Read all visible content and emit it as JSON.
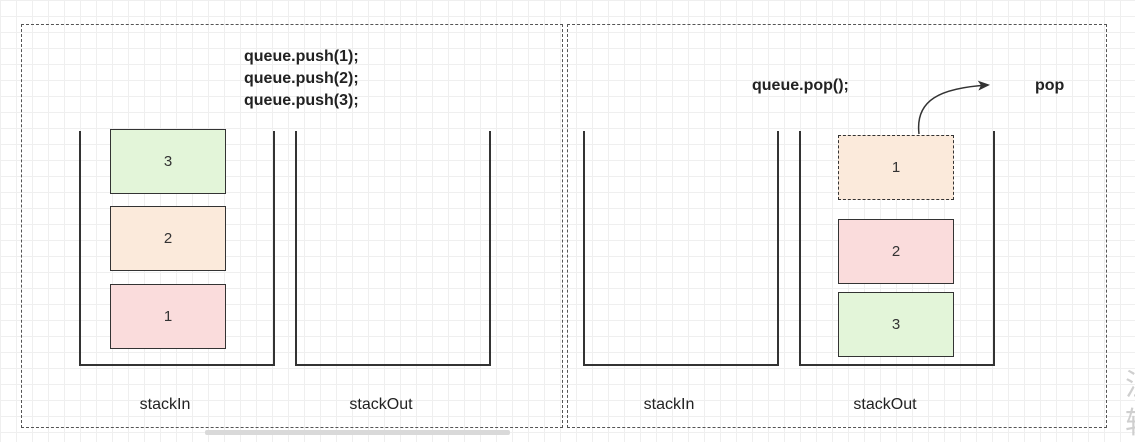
{
  "left_panel": {
    "code_lines": [
      "queue.push(1);",
      "queue.push(2);",
      "queue.push(3);"
    ],
    "stack_in": {
      "label": "stackIn",
      "items": [
        {
          "value": "3",
          "color": "#e3f5d9"
        },
        {
          "value": "2",
          "color": "#fbeadb"
        },
        {
          "value": "1",
          "color": "#fadcdc"
        }
      ]
    },
    "stack_out": {
      "label": "stackOut",
      "items": []
    }
  },
  "right_panel": {
    "code_line": "queue.pop();",
    "pop_label": "pop",
    "stack_in": {
      "label": "stackIn",
      "items": []
    },
    "stack_out": {
      "label": "stackOut",
      "items": [
        {
          "value": "1",
          "color": "#fbeadb",
          "popped": true
        },
        {
          "value": "2",
          "color": "#fadcdc",
          "popped": false
        },
        {
          "value": "3",
          "color": "#e3f5d9",
          "popped": false
        }
      ]
    }
  },
  "watermark": [
    "注",
    "转"
  ]
}
